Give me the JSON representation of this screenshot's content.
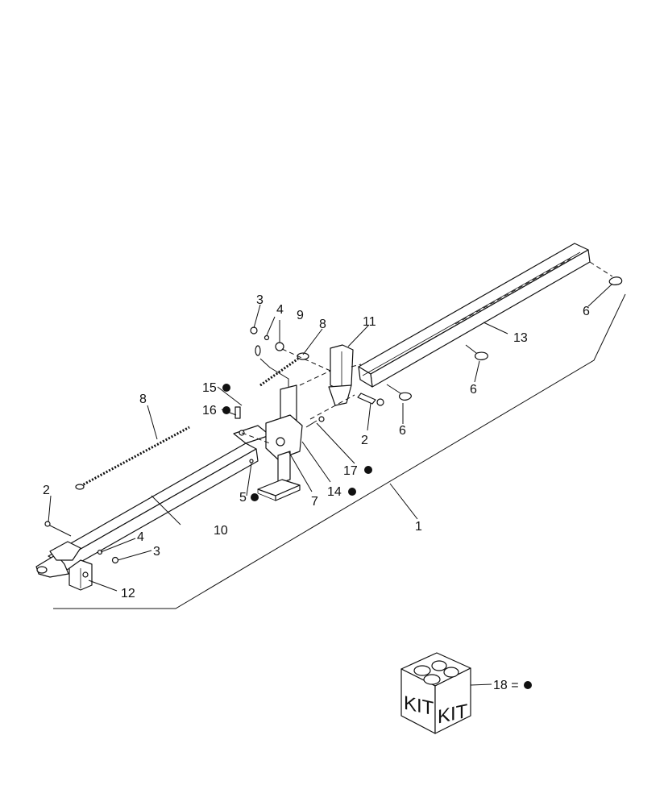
{
  "diagram": {
    "type": "exploded parts diagram",
    "callouts": {
      "c1": "1",
      "c2a": "2",
      "c2b": "2",
      "c3a": "3",
      "c3b": "3",
      "c4a": "4",
      "c4b": "4",
      "c5": "5",
      "c6a": "6",
      "c6b": "6",
      "c6c": "6",
      "c7": "7",
      "c8a": "8",
      "c8b": "8",
      "c9": "9",
      "c10": "10",
      "c11": "11",
      "c12": "12",
      "c13": "13",
      "c14": "14",
      "c15": "15",
      "c16": "16",
      "c17": "17"
    },
    "kit": {
      "label_left": "KIT",
      "label_right": "KIT",
      "legend": "18 ="
    },
    "marker_color": "#111111"
  }
}
